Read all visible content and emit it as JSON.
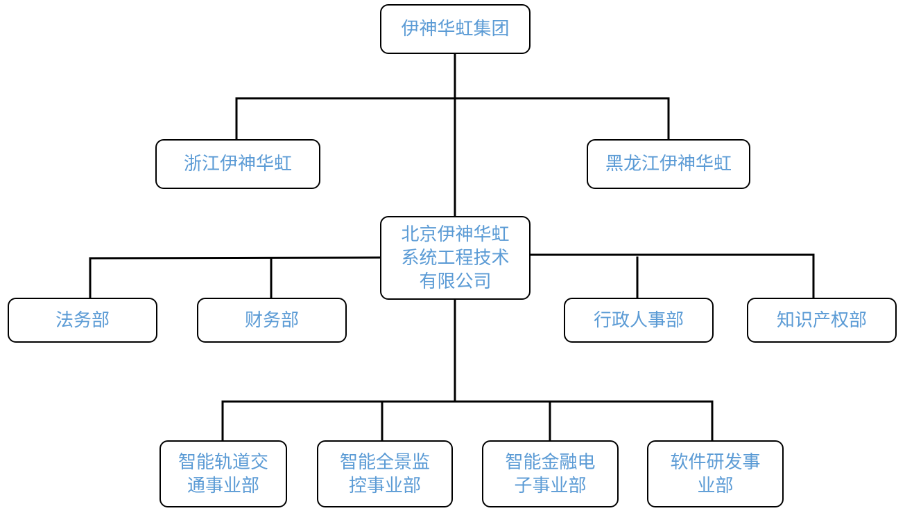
{
  "colors": {
    "text": "#5b9bd5",
    "border": "#000000",
    "connector": "#000000",
    "background": "#ffffff"
  },
  "org_chart": {
    "root": "伊神华虹集团",
    "subsidiaries": {
      "zhejiang": "浙江伊神华虹",
      "heilongjiang": "黑龙江伊神华虹",
      "beijing": "北京伊神华虹\n系统工程技术\n有限公司"
    },
    "departments": {
      "legal": "法务部",
      "finance": "财务部",
      "admin_hr": "行政人事部",
      "ip": "知识产权部"
    },
    "business_units": {
      "rail_transit": "智能轨道交\n通事业部",
      "panoramic_monitoring": "智能全景监\n控事业部",
      "financial_electronics": "智能金融电\n子事业部",
      "software_dev": "软件研发事\n业部"
    }
  }
}
